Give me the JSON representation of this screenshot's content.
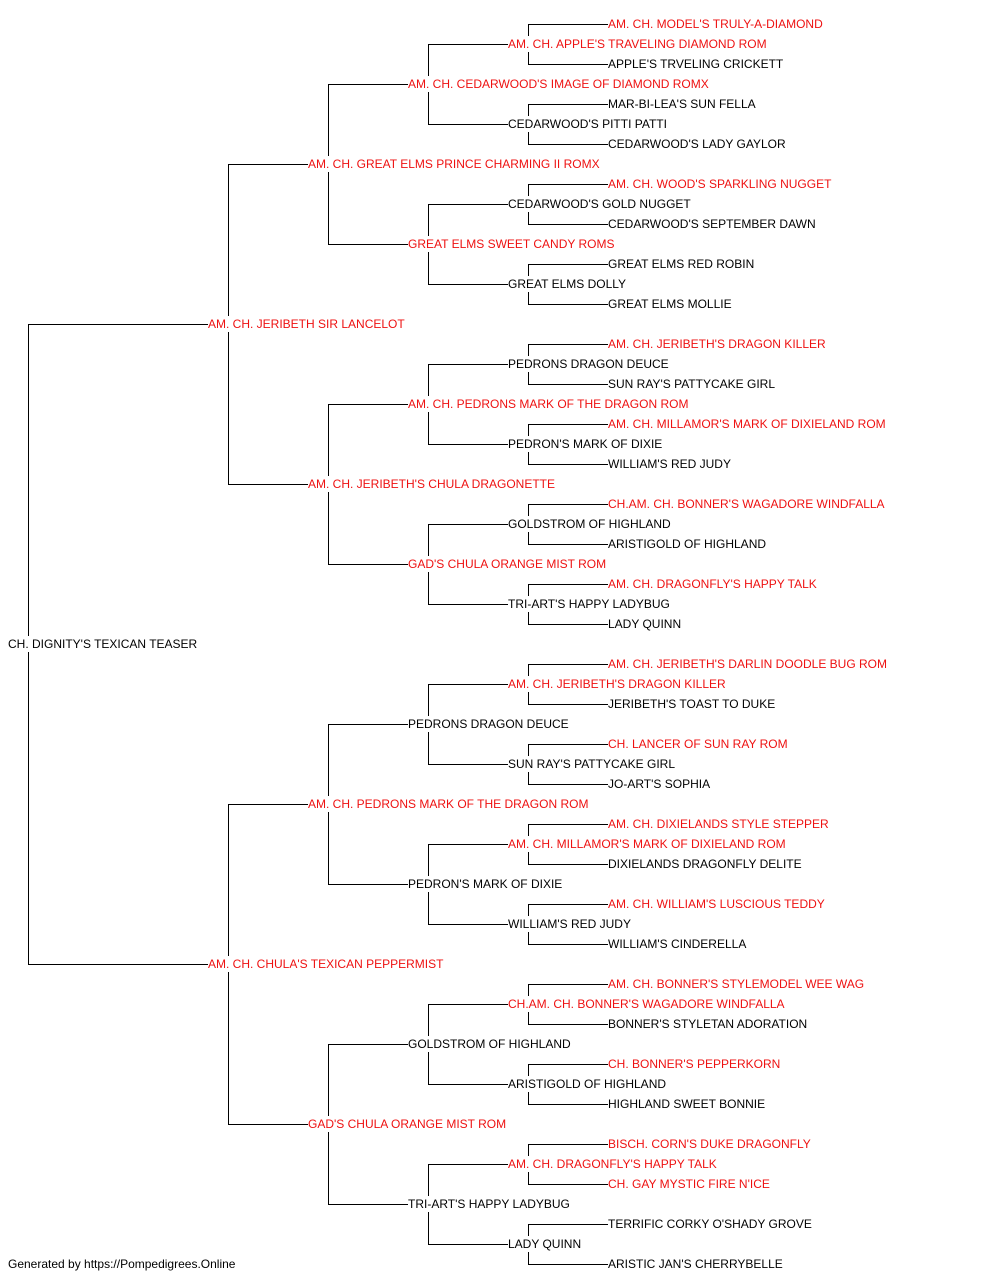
{
  "pedigree": {
    "name": "CH. DIGNITY'S TEXICAN TEASER",
    "champion": false,
    "sire": {
      "name": "AM. CH. JERIBETH SIR LANCELOT",
      "champion": true,
      "sire": {
        "name": "AM. CH. GREAT ELMS PRINCE CHARMING II ROMX",
        "champion": true,
        "sire": {
          "name": "AM. CH. CEDARWOOD'S IMAGE OF DIAMOND ROMX",
          "champion": true,
          "sire": {
            "name": "AM. CH. APPLE'S TRAVELING DIAMOND ROM",
            "champion": true,
            "sire": {
              "name": "AM. CH. MODEL'S TRULY-A-DIAMOND",
              "champion": true
            },
            "dam": {
              "name": "APPLE'S TRVELING CRICKETT",
              "champion": false
            }
          },
          "dam": {
            "name": "CEDARWOOD'S PITTI PATTI",
            "champion": false,
            "sire": {
              "name": "MAR-BI-LEA'S SUN FELLA",
              "champion": false
            },
            "dam": {
              "name": "CEDARWOOD'S LADY GAYLOR",
              "champion": false
            }
          }
        },
        "dam": {
          "name": "GREAT ELMS SWEET CANDY ROMS",
          "champion": true,
          "sire": {
            "name": "CEDARWOOD'S GOLD NUGGET",
            "champion": false,
            "sire": {
              "name": "AM. CH. WOOD'S SPARKLING NUGGET",
              "champion": true
            },
            "dam": {
              "name": "CEDARWOOD'S SEPTEMBER DAWN",
              "champion": false
            }
          },
          "dam": {
            "name": "GREAT ELMS DOLLY",
            "champion": false,
            "sire": {
              "name": "GREAT ELMS RED ROBIN",
              "champion": false
            },
            "dam": {
              "name": "GREAT ELMS MOLLIE",
              "champion": false
            }
          }
        }
      },
      "dam": {
        "name": "AM. CH. JERIBETH'S CHULA DRAGONETTE",
        "champion": true,
        "sire": {
          "name": "AM. CH. PEDRONS MARK OF THE DRAGON ROM",
          "champion": true,
          "sire": {
            "name": "PEDRONS DRAGON DEUCE",
            "champion": false,
            "sire": {
              "name": "AM. CH. JERIBETH'S DRAGON KILLER",
              "champion": true
            },
            "dam": {
              "name": "SUN RAY'S PATTYCAKE GIRL",
              "champion": false
            }
          },
          "dam": {
            "name": "PEDRON'S MARK OF DIXIE",
            "champion": false,
            "sire": {
              "name": "AM. CH. MILLAMOR'S MARK OF DIXIELAND ROM",
              "champion": true
            },
            "dam": {
              "name": "WILLIAM'S RED JUDY",
              "champion": false
            }
          }
        },
        "dam": {
          "name": "GAD'S CHULA ORANGE MIST ROM",
          "champion": true,
          "sire": {
            "name": "GOLDSTROM OF HIGHLAND",
            "champion": false,
            "sire": {
              "name": "CH.AM. CH. BONNER'S WAGADORE WINDFALLA",
              "champion": true
            },
            "dam": {
              "name": "ARISTIGOLD OF HIGHLAND",
              "champion": false
            }
          },
          "dam": {
            "name": "TRI-ART'S HAPPY LADYBUG",
            "champion": false,
            "sire": {
              "name": "AM. CH. DRAGONFLY'S HAPPY TALK",
              "champion": true
            },
            "dam": {
              "name": "LADY QUINN",
              "champion": false
            }
          }
        }
      }
    },
    "dam": {
      "name": "AM. CH. CHULA'S TEXICAN PEPPERMIST",
      "champion": true,
      "sire": {
        "name": "AM. CH. PEDRONS MARK OF THE DRAGON ROM",
        "champion": true,
        "sire": {
          "name": "PEDRONS DRAGON DEUCE",
          "champion": false,
          "sire": {
            "name": "AM. CH. JERIBETH'S DRAGON KILLER",
            "champion": true,
            "sire": {
              "name": "AM. CH. JERIBETH'S DARLIN DOODLE BUG ROM",
              "champion": true
            },
            "dam": {
              "name": "JERIBETH'S TOAST TO DUKE",
              "champion": false
            }
          },
          "dam": {
            "name": "SUN RAY'S PATTYCAKE GIRL",
            "champion": false,
            "sire": {
              "name": "CH. LANCER OF SUN RAY ROM",
              "champion": true
            },
            "dam": {
              "name": "JO-ART'S SOPHIA",
              "champion": false
            }
          }
        },
        "dam": {
          "name": "PEDRON'S MARK OF DIXIE",
          "champion": false,
          "sire": {
            "name": "AM. CH. MILLAMOR'S MARK OF DIXIELAND ROM",
            "champion": true,
            "sire": {
              "name": "AM. CH. DIXIELANDS STYLE STEPPER",
              "champion": true
            },
            "dam": {
              "name": "DIXIELANDS DRAGONFLY DELITE",
              "champion": false
            }
          },
          "dam": {
            "name": "WILLIAM'S RED JUDY",
            "champion": false,
            "sire": {
              "name": "AM. CH. WILLIAM'S LUSCIOUS TEDDY",
              "champion": true
            },
            "dam": {
              "name": "WILLIAM'S CINDERELLA",
              "champion": false
            }
          }
        }
      },
      "dam": {
        "name": "GAD'S CHULA ORANGE MIST ROM",
        "champion": true,
        "sire": {
          "name": "GOLDSTROM OF HIGHLAND",
          "champion": false,
          "sire": {
            "name": "CH.AM. CH. BONNER'S WAGADORE WINDFALLA",
            "champion": true,
            "sire": {
              "name": "AM. CH. BONNER'S STYLEMODEL WEE WAG",
              "champion": true
            },
            "dam": {
              "name": "BONNER'S STYLETAN ADORATION",
              "champion": false
            }
          },
          "dam": {
            "name": "ARISTIGOLD OF HIGHLAND",
            "champion": false,
            "sire": {
              "name": "CH. BONNER'S PEPPERKORN",
              "champion": true
            },
            "dam": {
              "name": "HIGHLAND SWEET BONNIE",
              "champion": false
            }
          }
        },
        "dam": {
          "name": "TRI-ART'S HAPPY LADYBUG",
          "champion": false,
          "sire": {
            "name": "AM. CH. DRAGONFLY'S HAPPY TALK",
            "champion": true,
            "sire": {
              "name": "BISCH. CORN'S DUKE DRAGONFLY",
              "champion": true
            },
            "dam": {
              "name": "CH. GAY MYSTIC FIRE N'ICE",
              "champion": true
            }
          },
          "dam": {
            "name": "LADY QUINN",
            "champion": false,
            "sire": {
              "name": "TERRIFIC CORKY O'SHADY GROVE",
              "champion": false
            },
            "dam": {
              "name": "ARISTIC JAN'S CHERRYBELLE",
              "champion": false
            }
          }
        }
      }
    }
  },
  "colors": {
    "champion": "#ee1111",
    "normal": "#000000",
    "lines": "#000000"
  },
  "footer": "Generated by https://Pompedigrees.Online"
}
